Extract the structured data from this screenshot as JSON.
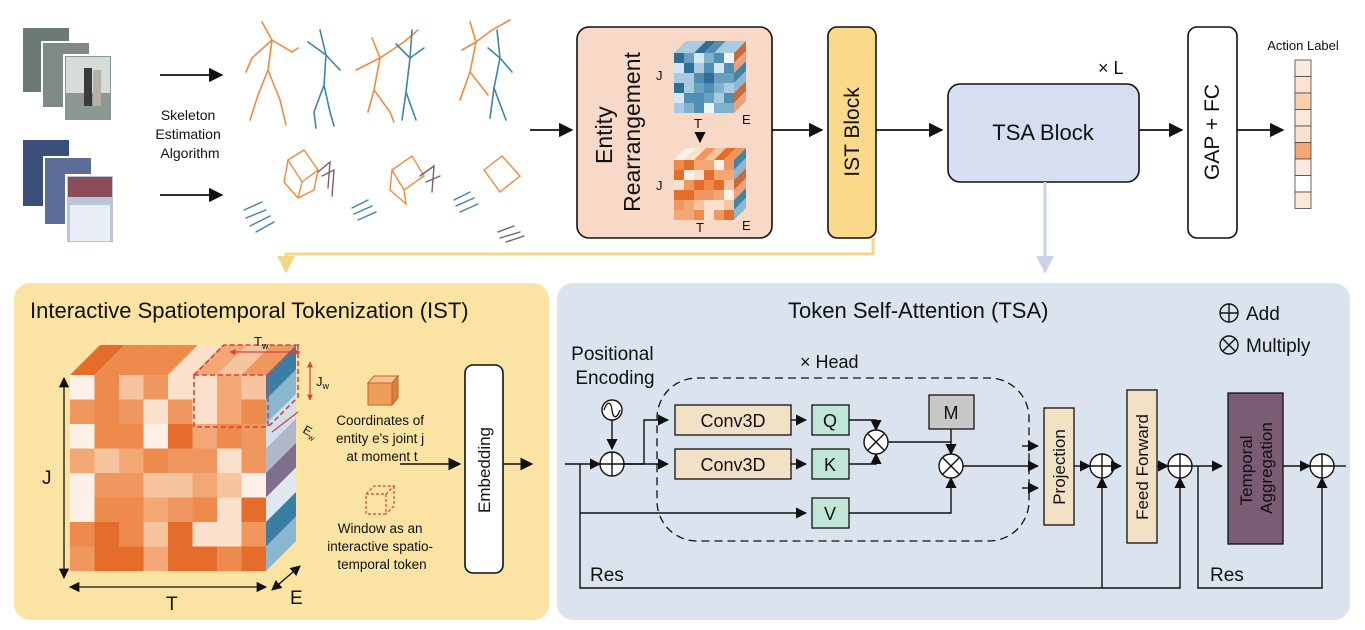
{
  "top": {
    "skeleton_estimation": [
      "Skeleton",
      "Estimation",
      "Algorithm"
    ],
    "entity_rearrangement": [
      "Entity",
      "Rearrangement"
    ],
    "ist_block": "IST Block",
    "tsa_block": "TSA Block",
    "times_l": "× L",
    "gap_fc": "GAP + FC",
    "action_label": "Action Label",
    "axis_j": "J",
    "axis_t": "T",
    "axis_e": "E"
  },
  "ist_panel": {
    "title": "Interactive Spatiotemporal Tokenization (IST)",
    "axis_j": "J",
    "axis_t": "T",
    "axis_e": "E",
    "tw": "T",
    "tw_sub": "w",
    "jw": "J",
    "jw_sub": "w",
    "ew": "E",
    "ew_sub": "w",
    "legend_cube": [
      "Coordinates of",
      "entity e's joint j",
      "at moment t"
    ],
    "legend_window": [
      "Window as an",
      "interactive spatio-",
      "temporal token"
    ],
    "embedding": "Embedding"
  },
  "tsa_panel": {
    "title": "Token Self-Attention (TSA)",
    "add": "Add",
    "multiply": "Multiply",
    "positional": [
      "Positional",
      "Encoding"
    ],
    "head": "× Head",
    "conv3d_1": "Conv3D",
    "conv3d_2": "Conv3D",
    "q": "Q",
    "k": "K",
    "v": "V",
    "m": "M",
    "projection": "Projection",
    "feed_forward": "Feed Forward",
    "temporal_aggregation": [
      "Temporal",
      "Aggregation"
    ],
    "res_left": "Res",
    "res_right": "Res"
  },
  "colors": {
    "orange_panel": "#fbe3a4",
    "blue_panel": "#dbe3ef",
    "ist_block": "#fad98b",
    "tsa_block": "#d5dff0",
    "rearrangement": "#f8d9c8",
    "conv3d": "#f3e1c6",
    "qkv": "#bfe6d7",
    "m_box": "#c8c8c8",
    "temporal_aggregation": "#7a5c74",
    "skeleton_orange": "#ef8a43",
    "skeleton_blue": "#3d86a8"
  }
}
